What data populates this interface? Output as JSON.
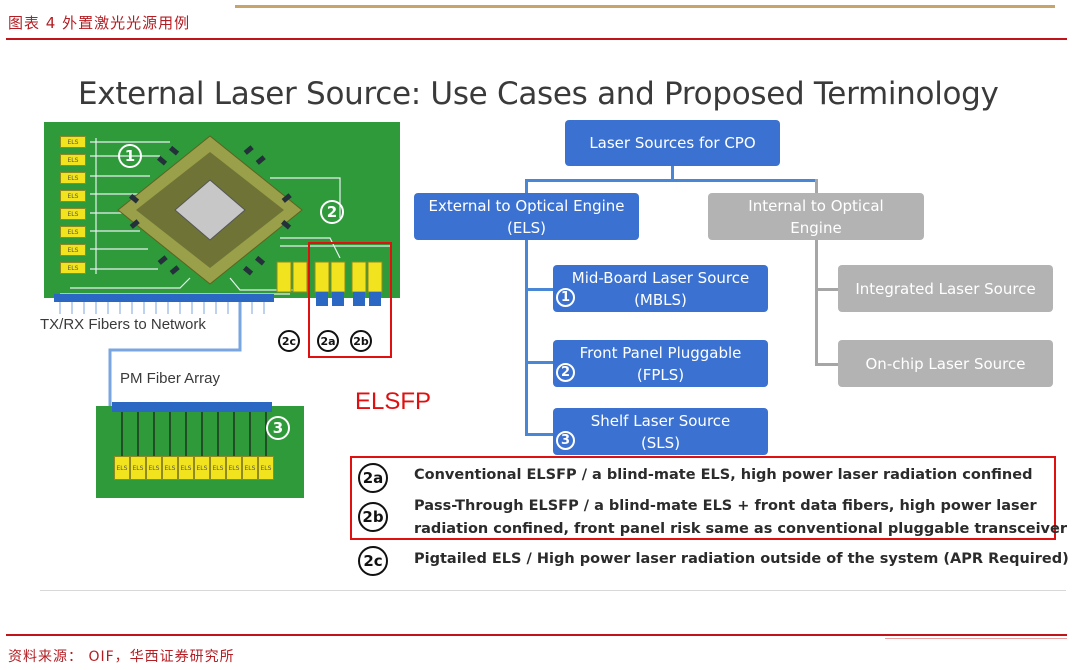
{
  "header": {
    "title": "图表 4 外置激光光源用例"
  },
  "footer": {
    "source": "资料来源：  OIF，华西证券研究所"
  },
  "slide": {
    "title": "External Laser Source: Use Cases and Proposed Terminology",
    "tree": {
      "root": "Laser Sources for CPO",
      "external": {
        "line1": "External to Optical Engine",
        "line2": "(ELS)"
      },
      "internal": {
        "line1": "Internal to Optical",
        "line2": "Engine"
      },
      "mbls": {
        "line1": "Mid-Board Laser Source",
        "line2": "(MBLS)",
        "num": "1"
      },
      "fpls": {
        "line1": "Front Panel Pluggable",
        "line2": "(FPLS)",
        "num": "2"
      },
      "sls": {
        "line1": "Shelf Laser Source",
        "line2": "(SLS)",
        "num": "3"
      },
      "integrated": "Integrated Laser Source",
      "onchip": "On-chip Laser Source"
    },
    "illustration": {
      "fibers_label": "TX/RX Fibers to Network",
      "pm_label": "PM Fiber Array",
      "elsfp_label": "ELSFP",
      "els_chip": "ELS",
      "markers": {
        "m1": "1",
        "m2": "2",
        "m3": "3",
        "m2c": "2c",
        "m2a": "2a",
        "m2b": "2b"
      }
    },
    "legend": [
      {
        "id": "2a",
        "text": "Conventional ELSFP / a blind-mate ELS, high power laser radiation confined"
      },
      {
        "id": "2b",
        "line1": "Pass-Through ELSFP / a blind-mate ELS + front data fibers, high power laser",
        "line2": "radiation confined, front panel risk same as conventional pluggable transceiver"
      },
      {
        "id": "2c",
        "text": "Pigtailed ELS / High power laser radiation outside of the system (APR Required)"
      }
    ]
  },
  "colors": {
    "accent_red": "#c0141a",
    "box_blue": "#3b72d1",
    "box_grey": "#b3b3b3",
    "pcb_green": "#2e9a3a",
    "els_yellow": "#f1e31d"
  }
}
